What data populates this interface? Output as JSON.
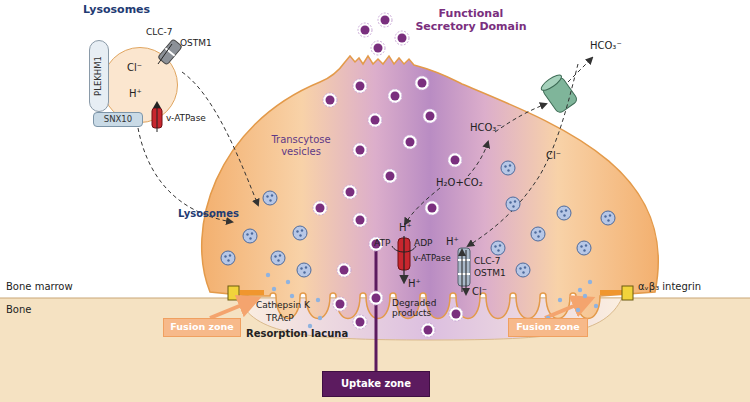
{
  "diagram": {
    "nodes": [
      {
        "text": [
          "Lysosomes",
          "Cl⁻",
          "H⁺"
        ]
      },
      {
        "text": [
          "PLEKHM1"
        ]
      },
      {
        "text": [
          "SNX10"
        ]
      },
      {
        "text": [
          "Fusion zone"
        ]
      },
      {
        "text": [
          "Fusion zone"
        ]
      },
      {
        "text": [
          "Uptake zone"
        ]
      }
    ],
    "labels": [
      "CLC-7",
      "OSTM1",
      "v-ATPase",
      "Functional Secretory Domain",
      "HCO₃⁻",
      "Transcytose vesicles",
      "HCO₃⁻",
      "Cl⁻",
      "H₂O+CO₂",
      "Lysosomes",
      "H⁺",
      "ATP",
      "ADP",
      "v-ATPase",
      "H⁺",
      "H⁺",
      "CLC-7",
      "OSTM1",
      "Cl⁻",
      "Bone marrow",
      "αᵥβ₃ integrin",
      "Bone",
      "Cathepsin K",
      "TRAcP",
      "Degraded products",
      "Resorption lacuna"
    ]
  }
}
